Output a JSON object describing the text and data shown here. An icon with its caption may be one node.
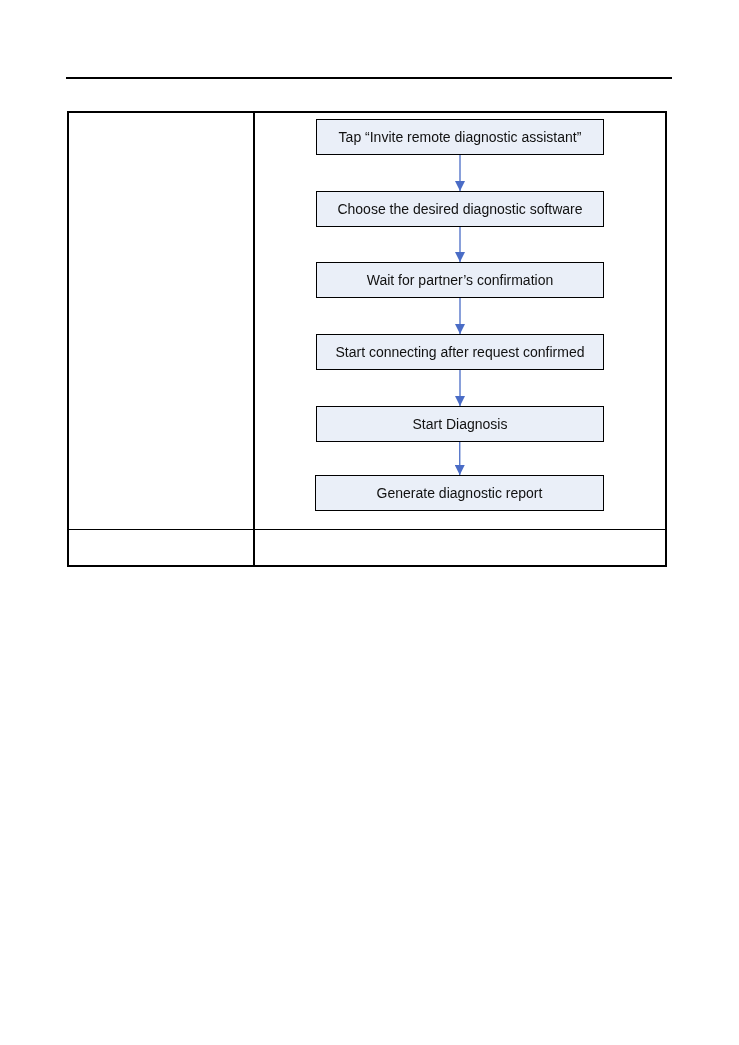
{
  "diagram": {
    "nodes": [
      {
        "text": [
          "Tap “Invite remote diagnostic assistant”"
        ]
      },
      {
        "text": [
          "Choose the desired diagnostic software"
        ]
      },
      {
        "text": [
          "Wait for partner’s confirmation"
        ]
      },
      {
        "text": [
          "Start connecting after request confirmed"
        ]
      },
      {
        "text": [
          "Start Diagnosis"
        ]
      },
      {
        "text": [
          "Generate diagnostic report"
        ]
      }
    ],
    "edges": [
      {
        "from": 0,
        "to": 1,
        "arrow": "to"
      },
      {
        "from": 1,
        "to": 2,
        "arrow": "to"
      },
      {
        "from": 2,
        "to": 3,
        "arrow": "to"
      },
      {
        "from": 3,
        "to": 4,
        "arrow": "to"
      },
      {
        "from": 4,
        "to": 5,
        "arrow": "to"
      }
    ]
  }
}
